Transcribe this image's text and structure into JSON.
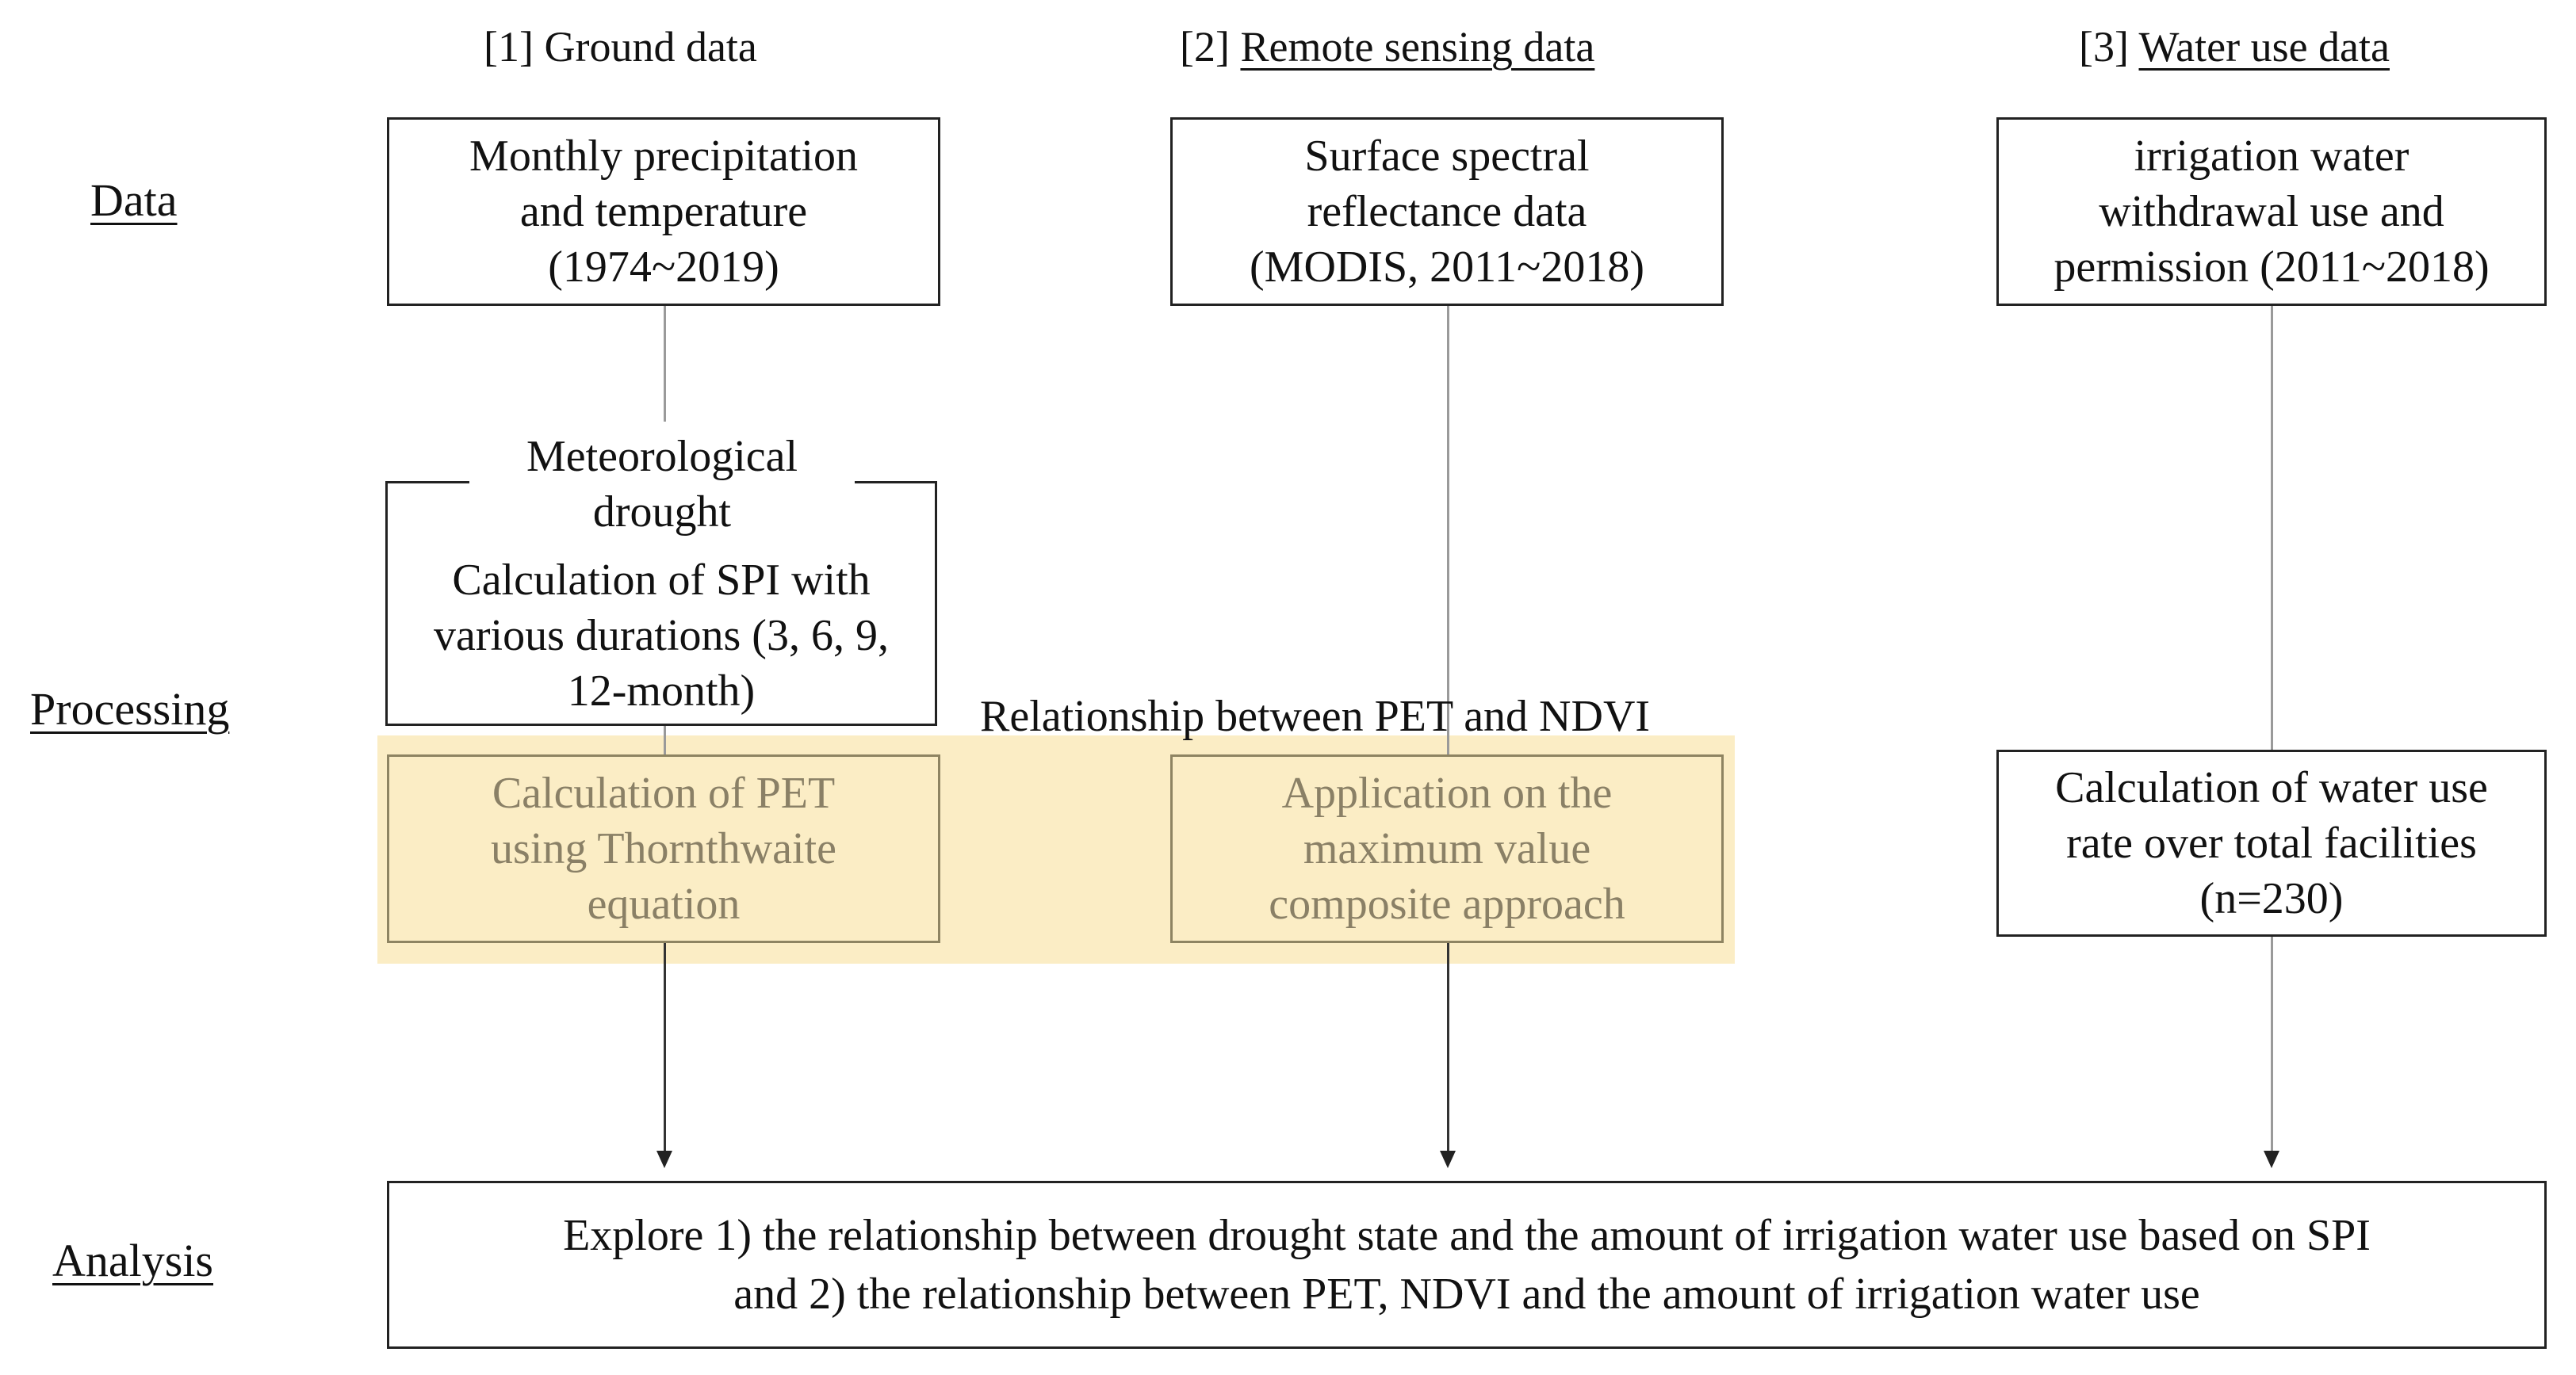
{
  "columns": {
    "ground": {
      "num": "[1]",
      "name": "Ground data"
    },
    "remote": {
      "num": "[2]",
      "name": "Remote sensing data"
    },
    "water": {
      "num": "[3]",
      "name": "Water use data"
    }
  },
  "rows": {
    "data": "Data",
    "processing": "Processing",
    "analysis": "Analysis"
  },
  "boxes": {
    "ground_data": [
      "Monthly precipitation",
      "and temperature",
      "(1974~2019)"
    ],
    "remote_data": [
      "Surface spectral",
      "reflectance data",
      "(MODIS, 2011~2018)"
    ],
    "water_data": [
      "irrigation water",
      "withdrawal use and",
      "permission (2011~2018)"
    ],
    "spi_title": [
      "Meteorological",
      "drought"
    ],
    "spi_body": [
      "Calculation of SPI with",
      "various durations (3, 6, 9,",
      "12-month)"
    ],
    "pet_relationship": "Relationship between PET and NDVI",
    "pet_calc": [
      "Calculation of PET",
      "using Thornthwaite",
      "equation"
    ],
    "mvc": [
      "Application on the",
      "maximum value",
      "composite approach"
    ],
    "water_rate": [
      "Calculation of water use",
      "rate over total facilities",
      "(n=230)"
    ],
    "analysis": [
      "Explore 1) the relationship between drought state and the amount of irrigation water use based on SPI",
      "and 2) the relationship between PET, NDVI and the amount of irrigation water use"
    ]
  },
  "colors": {
    "highlight": "#fbedc5",
    "highlight_text": "#8a8066",
    "border": "#222222"
  }
}
